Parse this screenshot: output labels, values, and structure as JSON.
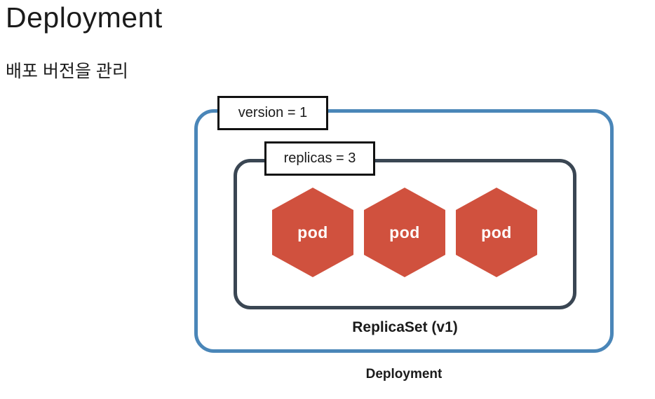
{
  "page": {
    "title": "Deployment",
    "subtitle": "배포 버전을 관리"
  },
  "diagram": {
    "deployment_box": {
      "caption": "Deployment",
      "version_label": "version = 1"
    },
    "replicaset_box": {
      "caption": "ReplicaSet (v1)",
      "replicas_label": "replicas = 3"
    },
    "pods": [
      "pod",
      "pod",
      "pod"
    ]
  },
  "colors": {
    "background": "#ffffff",
    "text": "#1b1b1b",
    "deployment_border": "#4a86b8",
    "replicaset_border": "#3a4653",
    "pod_fill": "#d0513e",
    "pod_text": "#ffffff",
    "label_box_border": "#111111"
  }
}
